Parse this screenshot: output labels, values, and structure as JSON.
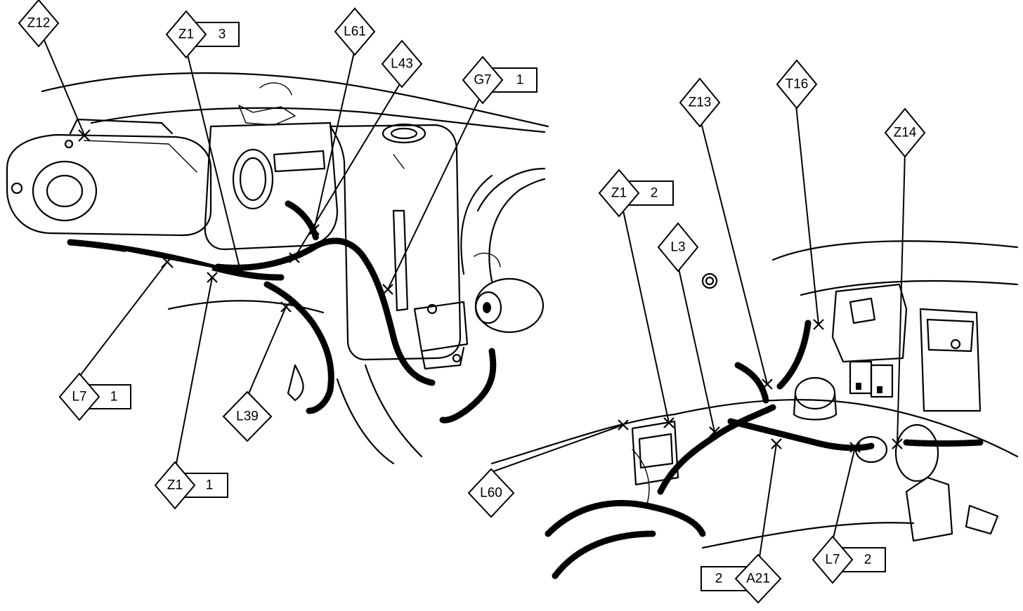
{
  "callouts": [
    {
      "id": "z12",
      "code": "Z12",
      "num": ""
    },
    {
      "id": "z1-3",
      "code": "Z1",
      "num": "3"
    },
    {
      "id": "l61",
      "code": "L61",
      "num": ""
    },
    {
      "id": "l43",
      "code": "L43",
      "num": ""
    },
    {
      "id": "g7-1",
      "code": "G7",
      "num": "1"
    },
    {
      "id": "l7-1",
      "code": "L7",
      "num": "1"
    },
    {
      "id": "l39",
      "code": "L39",
      "num": ""
    },
    {
      "id": "z1-1",
      "code": "Z1",
      "num": "1"
    },
    {
      "id": "z13",
      "code": "Z13",
      "num": ""
    },
    {
      "id": "t16",
      "code": "T16",
      "num": ""
    },
    {
      "id": "z14",
      "code": "Z14",
      "num": ""
    },
    {
      "id": "z1-2",
      "code": "Z1",
      "num": "2"
    },
    {
      "id": "l3",
      "code": "L3",
      "num": ""
    },
    {
      "id": "l60",
      "code": "L60",
      "num": ""
    },
    {
      "id": "a21-2",
      "code": "A21",
      "num": "2"
    },
    {
      "id": "l7-2",
      "code": "L7",
      "num": "2"
    }
  ]
}
